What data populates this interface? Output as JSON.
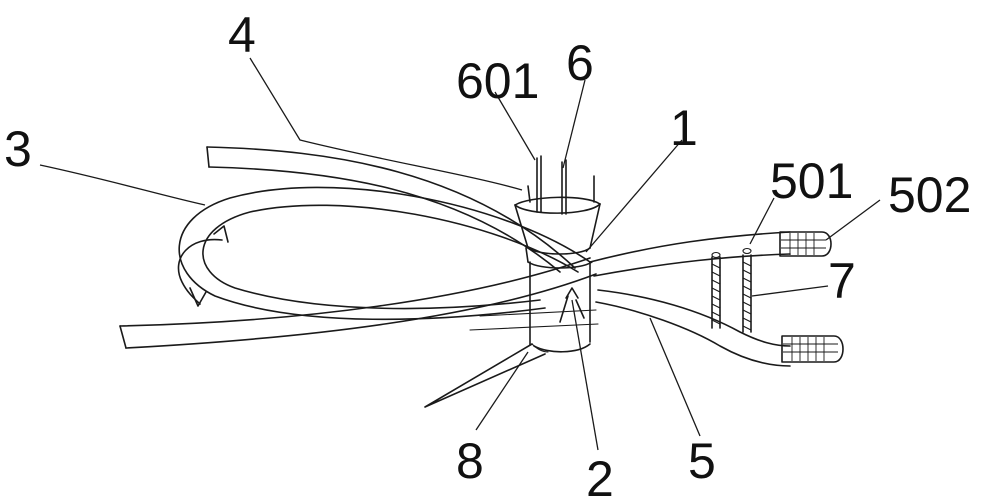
{
  "labels": {
    "l1": "1",
    "l2": "2",
    "l3": "3",
    "l4": "4",
    "l5": "5",
    "l6": "6",
    "l7": "7",
    "l8": "8",
    "l501": "501",
    "l502": "502",
    "l601": "601"
  },
  "colors": {
    "line": "#1a1a1a",
    "background": "#ffffff"
  }
}
